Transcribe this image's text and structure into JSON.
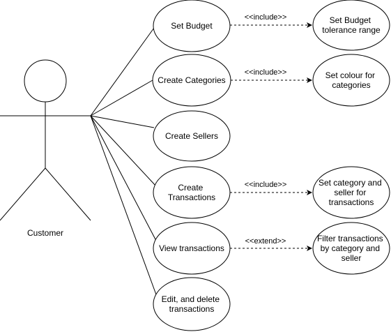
{
  "actor": {
    "name": "Customer"
  },
  "use_cases": [
    {
      "id": "uc1",
      "lines": [
        "Set Budget"
      ]
    },
    {
      "id": "uc2",
      "lines": [
        "Create Categories"
      ]
    },
    {
      "id": "uc3",
      "lines": [
        "Create Sellers"
      ]
    },
    {
      "id": "uc4",
      "lines": [
        "Create",
        "Transactions"
      ]
    },
    {
      "id": "uc5",
      "lines": [
        "View transactions"
      ]
    },
    {
      "id": "uc6",
      "lines": [
        "Edit, and delete",
        "transactions"
      ]
    }
  ],
  "sub_use_cases": [
    {
      "id": "s1",
      "lines": [
        "Set Budget",
        "tolerance range"
      ]
    },
    {
      "id": "s2",
      "lines": [
        "Set colour for",
        "categories"
      ]
    },
    {
      "id": "s3",
      "lines": [
        "Set category and",
        "seller for",
        "transactions"
      ]
    },
    {
      "id": "s4",
      "lines": [
        "Filter transactions",
        "by category and",
        "seller"
      ]
    }
  ],
  "relations": [
    {
      "from": "uc1",
      "to": "s1",
      "label": "<<include>>"
    },
    {
      "from": "uc2",
      "to": "s2",
      "label": "<<include>>"
    },
    {
      "from": "uc4",
      "to": "s3",
      "label": "<<include>>"
    },
    {
      "from": "uc5",
      "to": "s4",
      "label": "<<extend>>"
    }
  ]
}
